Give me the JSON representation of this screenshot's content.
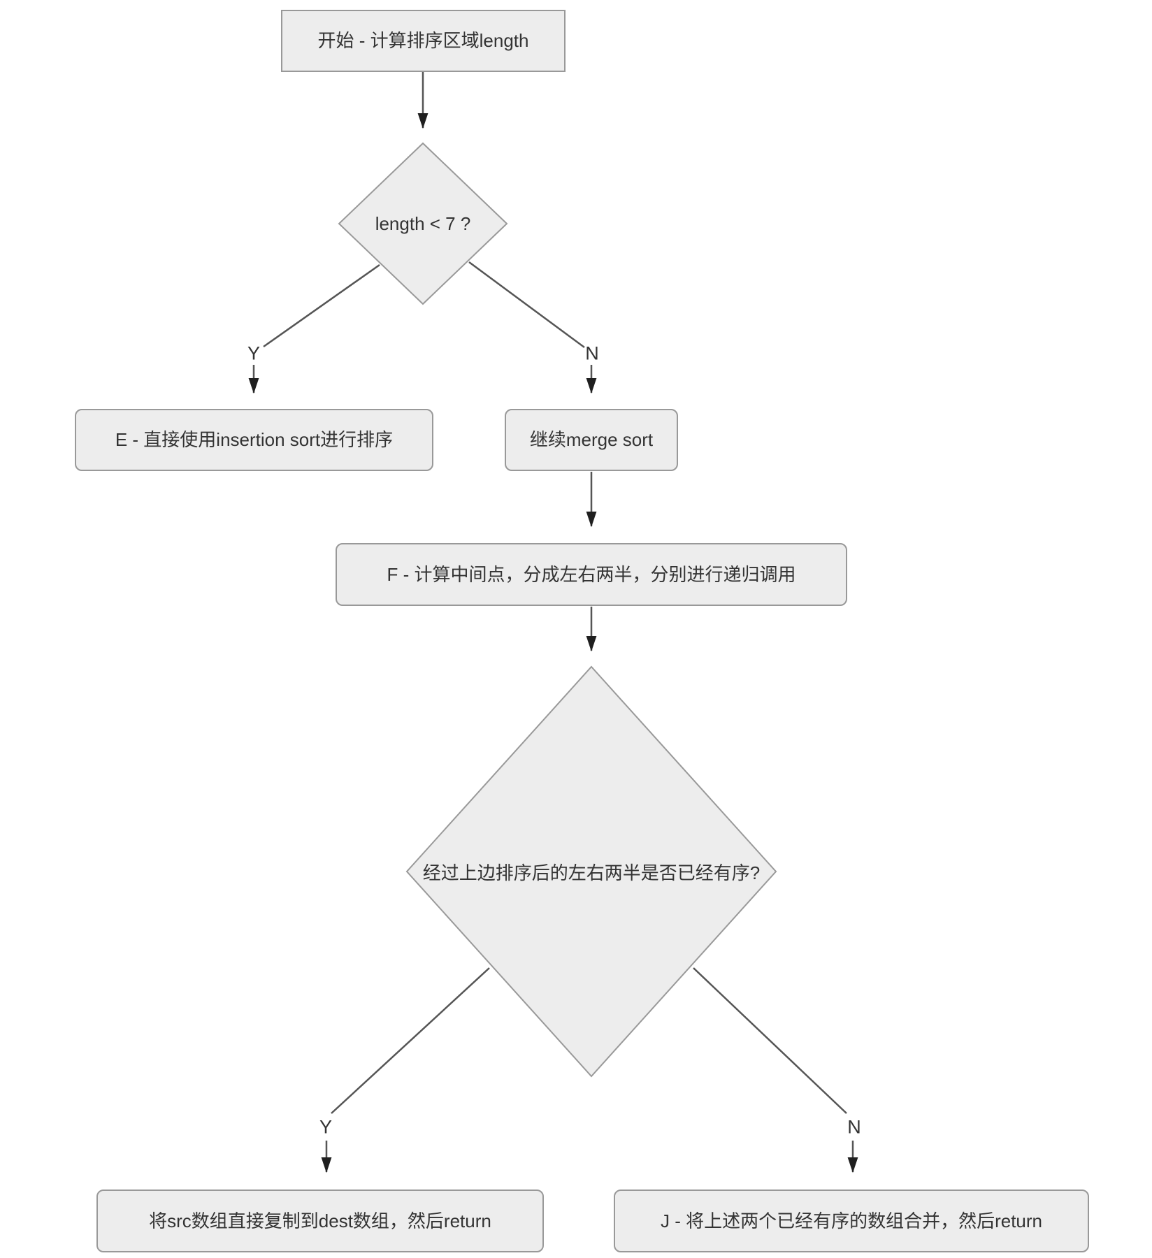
{
  "diagram": {
    "title_context": "merge sort flowchart",
    "nodes": {
      "start": "开始 - 计算排序区域length",
      "decision_length": "length < 7 ?",
      "insertion_sort": "E - 直接使用insertion sort进行排序",
      "continue_merge": "继续merge sort",
      "split_recurse": "F - 计算中间点，分成左右两半，分别进行递归调用",
      "decision_sorted": "经过上边排序后的左右两半是否已经有序?",
      "copy_src": "将src数组直接复制到dest数组，然后return",
      "merge_arrays": "J - 将上述两个已经有序的数组合并，然后return"
    },
    "edge_labels": {
      "y1": "Y",
      "n1": "N",
      "y2": "Y",
      "n2": "N"
    },
    "colors": {
      "node_fill": "#ededed",
      "node_border": "#999999",
      "text": "#333333",
      "line": "#555555",
      "arrowhead": "#1f1f1f",
      "background": "#ffffff"
    }
  }
}
